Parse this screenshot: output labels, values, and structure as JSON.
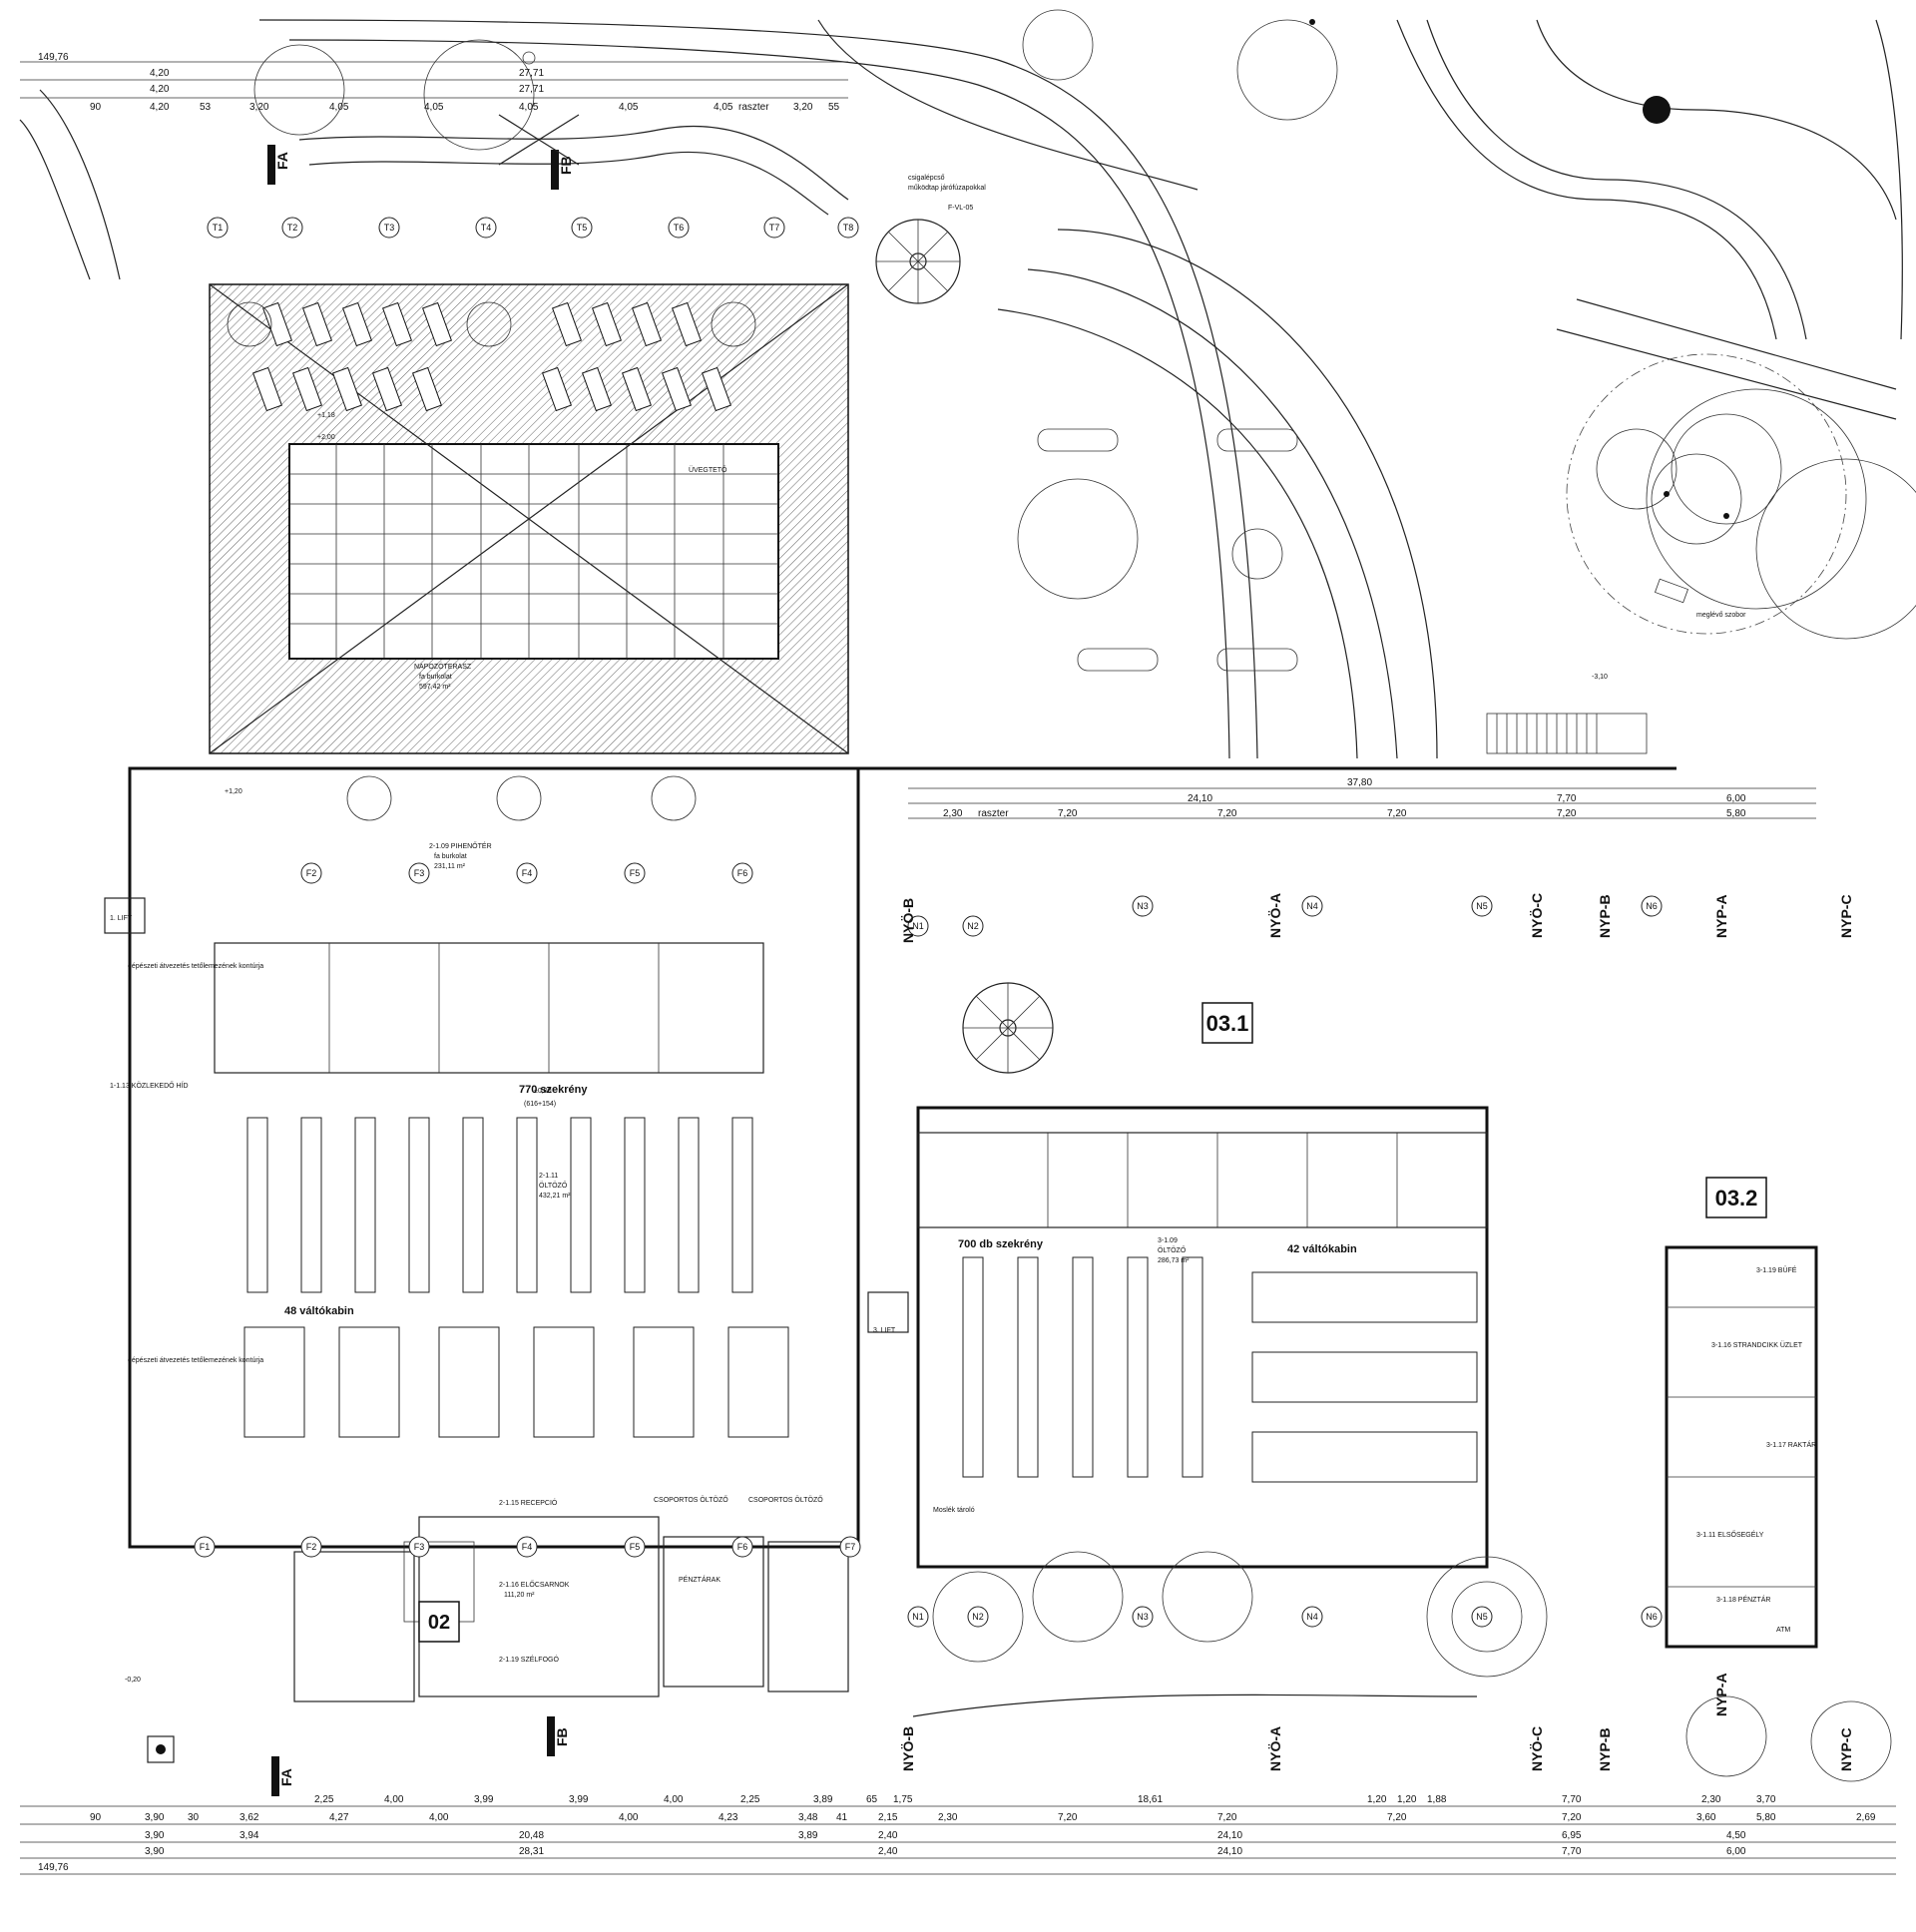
{
  "plan": {
    "overall_width": "149,76",
    "top_dims": {
      "row1": [
        "4,20",
        "27,71"
      ],
      "row2": [
        "4,20",
        "27,71"
      ],
      "row3": [
        "90",
        "4,20",
        "53",
        "3,20",
        "4,05",
        "4,05",
        "4,05",
        "4,05",
        "4,05",
        "raszter",
        "3,20",
        "55"
      ]
    },
    "section_marks": {
      "fa_top": "FA",
      "fb_top": "FB",
      "fa_bottom": "FA",
      "fb_bottom": "FB",
      "nyo_b_mid": "NYÖ-B",
      "nyo_a_mid": "NYÖ-A",
      "nyo_c_mid": "NYÖ-C",
      "nyp_b_mid": "NYP-B",
      "nyp_a_mid": "NYP-A",
      "nyp_c_mid": "NYP-C",
      "nyo_b_bot": "NYÖ-B",
      "nyo_a_bot": "NYÖ-A",
      "nyo_c_bot": "NYÖ-C",
      "nyp_b_bot": "NYP-B",
      "nyp_a_bot": "NYP-A",
      "nyp_c_bot": "NYP-C"
    },
    "axes_t": [
      "T1",
      "T2",
      "T3",
      "T4",
      "T5",
      "T6",
      "T7",
      "T8"
    ],
    "axes_f": [
      "F2",
      "F3",
      "F4",
      "F5",
      "F6"
    ],
    "axes_f_bottom": [
      "F1",
      "F2",
      "F3",
      "F4",
      "F5",
      "F6",
      "F7"
    ],
    "axes_n_top": [
      "N1",
      "N2",
      "N3",
      "N4",
      "N5",
      "N6"
    ],
    "axes_n_bot": [
      "N1",
      "N2",
      "N3",
      "N4",
      "N5",
      "N6"
    ],
    "spiral_stair_note": [
      "csigalépcső",
      "működtap járófúzapokkal"
    ],
    "spiral_code": "F-VL-05",
    "glass_roof": "ÜVEGTETŐ",
    "sun_terrace": {
      "title": "NAPOZÓTERASZ",
      "sub": "fa burkolat",
      "area": "597,42 m²"
    },
    "pihenoter": {
      "title": "2-1.09 PIHENŐTÉR",
      "sub": "fa burkolat",
      "area": "231,11 m²"
    },
    "statue": "meglévő szobor",
    "rooms_left": {
      "lockers": "770 szekrény",
      "lockers_split": "(616+154)",
      "changing_title": "2-1.11",
      "changing_name": "ÖLTÖZŐ",
      "changing_area": "432,21 m²",
      "cabins": "48 váltókabin",
      "lift1": "1. LIFT",
      "lift3": "3. LIFT",
      "gepeszet1": "gépészeti átvezetés tetőlemezének kontúrja",
      "gepeszet2": "gépészeti átvezetés tetőlemezének kontúrja",
      "kozlekedo": "1-1.13 KÖZLEKEDŐ HÍD",
      "reception": "2-1.15 RECEPCIÓ",
      "eloc": "2-1.16 ELŐCSARNOK",
      "eloc_area": "111,20 m²",
      "szelfogo": "2-1.19 SZÉLFOGÓ",
      "penztar": "PÉNZTÁRAK",
      "csoportos1": "CSOPORTOS ÖLTÖZŐ",
      "csoportos2": "CSOPORTOS ÖLTÖZŐ",
      "sec_02": "02",
      "moslek": "Moslék tároló"
    },
    "rooms_right": {
      "sec_031": "03.1",
      "sec_032": "03.2",
      "lockers": "700 db szekrény",
      "cabins": "42 váltókabin",
      "changing_title": "3-1.09",
      "changing_name": "ÖLTÖZŐ",
      "changing_area": "286,73 m²",
      "bufe": "3-1.19 BÜFÉ",
      "strand": "3-1.16 STRANDCIKK ÜZLET",
      "raktar": "3-1.17 RAKTÁR",
      "penztar": "3-1.18 PÉNZTÁR",
      "elsoseg": "3-1.11 ELSŐSEGÉLY",
      "atm": "ATM"
    },
    "mid_dims": [
      "37,80",
      "24,10",
      "7,70",
      "6,00",
      "raszter",
      "7,20",
      "7,20",
      "7,20",
      "7,20",
      "5,80",
      "2,30"
    ],
    "bottom_dims": {
      "row1": [
        "2,25",
        "4,00",
        "3,99",
        "3,99",
        "4,00",
        "2,25",
        "3,89",
        "65",
        "1,75",
        "18,61",
        "1,20",
        "1,20",
        "1,88",
        "7,70",
        "2,30",
        "3,70"
      ],
      "row2": [
        "90",
        "3,90",
        "30",
        "3,62",
        "4,27",
        "4,00",
        "4,00",
        "4,23",
        "3,48",
        "41",
        "2,15",
        "2,30",
        "7,20",
        "7,20",
        "7,20",
        "7,20",
        "3,60",
        "5,80",
        "2,69"
      ],
      "row3": [
        "3,90",
        "3,94",
        "20,48",
        "3,89",
        "2,40",
        "24,10",
        "6,95",
        "4,50"
      ],
      "row4": [
        "3,90",
        "28,31",
        "2,40",
        "24,10",
        "7,70",
        "6,00"
      ],
      "total": "149,76"
    },
    "levels": [
      "±0,00",
      "+1,20",
      "+1,18",
      "+2,00",
      "-3,10",
      "-0,20"
    ]
  }
}
